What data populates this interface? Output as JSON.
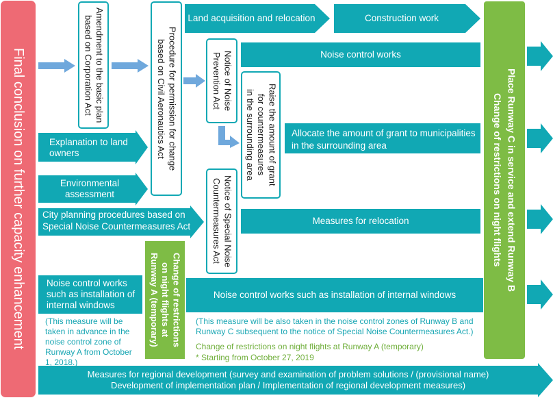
{
  "left_banner": "Final conclusion on further capacity enhancement",
  "right_banner": "Place Runway C in service and extend Runway B\nChange of restrictions on night flights",
  "boxes": {
    "amendment": "Amendment to the basic plan\nbased on Corporation Act",
    "procedure": "Procedure for permission for change\nbased on Civil Aeronautics Act",
    "notice_noise": "Notice of Noise\nPrevention Act",
    "raise_grant": "Raise the amount of grant\nfor countermeasures\nin the surrounding area",
    "notice_special": "Notice of Special Noise\nCountermeasures Act",
    "night_flights_a": "Change of restrictions\non night flights at\nRunway A (temporary)"
  },
  "arrows": {
    "land_acquisition": "Land acquisition and relocation",
    "construction": "Construction work",
    "noise_control_works": "Noise control works",
    "explanation": "Explanation to land\nowners",
    "environmental": "Environmental\nassessment",
    "allocate_grant": "Allocate the amount of grant to municipalities\nin the surrounding area",
    "city_planning": "City planning procedures based on\nSpecial Noise Countermeasures Act",
    "measures_relocation": "Measures for relocation",
    "noise_control_advance": "Noise control works\nsuch as installation of\ninternal windows",
    "noise_control_windows": "Noise control works such as installation of internal windows",
    "regional_development": "Measures for regional development (survey and examination of problem solutions / (provisional name)\nDevelopment of implementation plan / Implementation of regional development measures)"
  },
  "notes": {
    "advance_note": "(This measure will be\ntaken in advance in the\nnoise control zone of\nRunway A from October\n1, 2018.)",
    "runway_b_note": "(This measure will be also taken in the noise control zones of Runway B and\nRunway C subsequent to the notice of Special Noise Countermeasures Act.)",
    "night_change": "Change of restrictions on night flights at Runway A (temporary)",
    "starting": "* Starting from October 27, 2019"
  },
  "colors": {
    "teal": "#11a8b4",
    "green": "#7ebc45",
    "pink": "#ee6a74",
    "light_blue": "#6fa8dc"
  }
}
